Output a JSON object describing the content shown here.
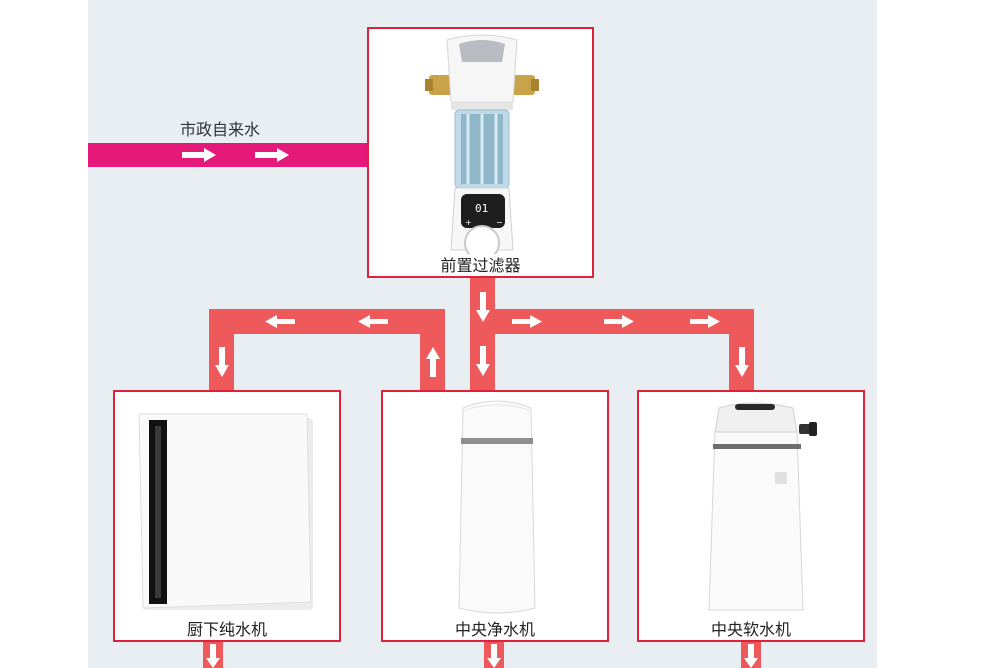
{
  "colors": {
    "panel_bg": "#e9eef3",
    "box_border": "#e0213a",
    "municipal_pipe": "#e5197a",
    "flow_pipe": "#ee5a5c",
    "arrow": "#ffffff"
  },
  "inlet": {
    "label": "市政自来水"
  },
  "prefilter": {
    "label": "前置过滤器",
    "display_text": "01"
  },
  "devices": [
    {
      "label": "厨下纯水机"
    },
    {
      "label": "中央净水机"
    },
    {
      "label": "中央软水机"
    }
  ]
}
